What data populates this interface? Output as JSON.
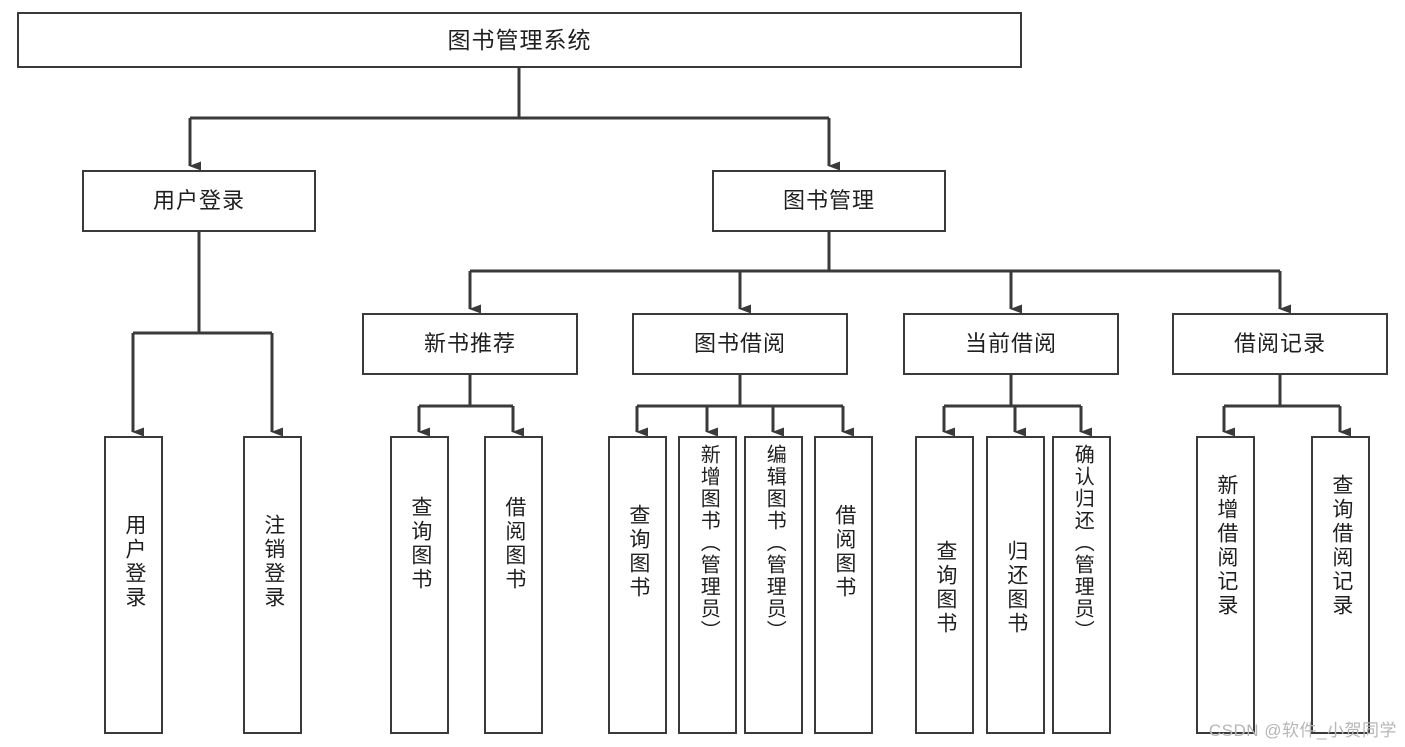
{
  "diagram": {
    "title": "图书管理系统",
    "type": "tree-hierarchy",
    "levels": 4,
    "colors": {
      "box_border": "#3a3a3a",
      "box_fill": "#ffffff",
      "connector": "#3a3a3a",
      "text": "#1f1f1f",
      "watermark": "#b6b6b6",
      "background": "#ffffff"
    },
    "root": {
      "label": "图书管理系统"
    },
    "level2": [
      {
        "id": "user-login",
        "label": "用户登录"
      },
      {
        "id": "book-management",
        "label": "图书管理"
      }
    ],
    "level3": [
      {
        "id": "new-book-recommend",
        "label": "新书推荐",
        "parent": "book-management"
      },
      {
        "id": "book-borrow",
        "label": "图书借阅",
        "parent": "book-management"
      },
      {
        "id": "current-borrow",
        "label": "当前借阅",
        "parent": "book-management"
      },
      {
        "id": "borrow-record",
        "label": "借阅记录",
        "parent": "book-management"
      }
    ],
    "leaves": [
      {
        "id": "leaf-user-login",
        "label": "用户登录",
        "parent": "user-login"
      },
      {
        "id": "leaf-logout",
        "label": "注销登录",
        "parent": "user-login"
      },
      {
        "id": "leaf-query-book-1",
        "label": "查询图书",
        "parent": "new-book-recommend"
      },
      {
        "id": "leaf-borrow-book-1",
        "label": "借阅图书",
        "parent": "new-book-recommend"
      },
      {
        "id": "leaf-query-book-2",
        "label": "查询图书",
        "parent": "book-borrow"
      },
      {
        "id": "leaf-add-book",
        "label": "新增图书（管理员）",
        "parent": "book-borrow"
      },
      {
        "id": "leaf-edit-book",
        "label": "编辑图书（管理员）",
        "parent": "book-borrow"
      },
      {
        "id": "leaf-borrow-book-2",
        "label": "借阅图书",
        "parent": "book-borrow"
      },
      {
        "id": "leaf-query-book-3",
        "label": "查询图书",
        "parent": "current-borrow"
      },
      {
        "id": "leaf-return-book",
        "label": "归还图书",
        "parent": "current-borrow"
      },
      {
        "id": "leaf-confirm-return",
        "label": "确认归还（管理员）",
        "parent": "current-borrow"
      },
      {
        "id": "leaf-add-record",
        "label": "新增借阅记录",
        "parent": "borrow-record"
      },
      {
        "id": "leaf-query-record",
        "label": "查询借阅记录",
        "parent": "borrow-record"
      }
    ],
    "watermark": "CSDN @软件_小贺同学"
  }
}
